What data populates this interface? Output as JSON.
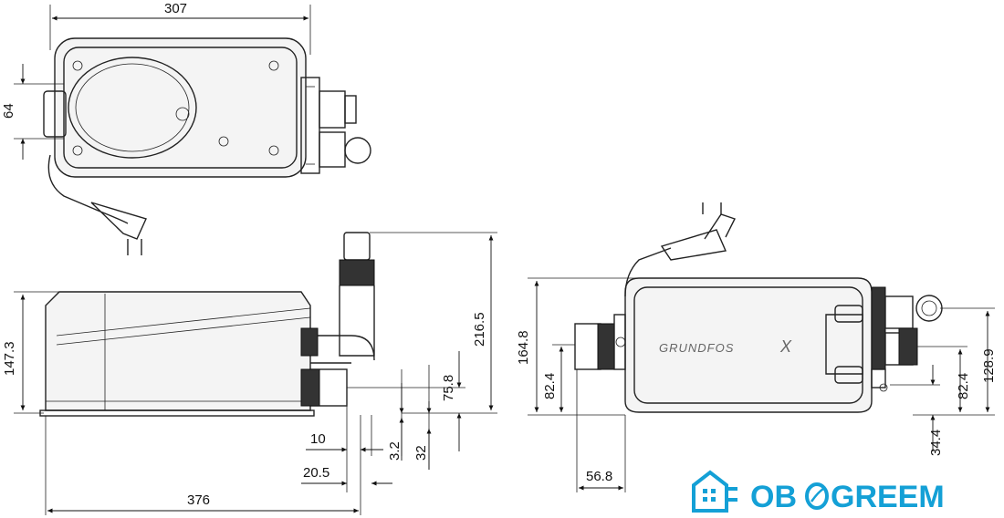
{
  "dimensions": {
    "top_width": "307",
    "top_height": "64",
    "side_total_height": "216.5",
    "side_body_height": "147.3",
    "side_outlet_height": "75.8",
    "side_offset_10": "10",
    "side_offset_3_2": "3.2",
    "side_offset_32": "32",
    "side_offset_20_5": "20.5",
    "side_total_length": "376",
    "back_height": "164.8",
    "back_left_inlet": "82.4",
    "back_right_inlet": "82.4",
    "back_right_height": "128.9",
    "back_bottom_offset": "34.4",
    "back_width_offset": "56.8"
  },
  "brand": {
    "product_text": "GRUNDFOS",
    "product_mark": "X"
  },
  "watermark": {
    "text_left": "OB",
    "text_right": "GREEM",
    "color": "#14a0d6"
  }
}
